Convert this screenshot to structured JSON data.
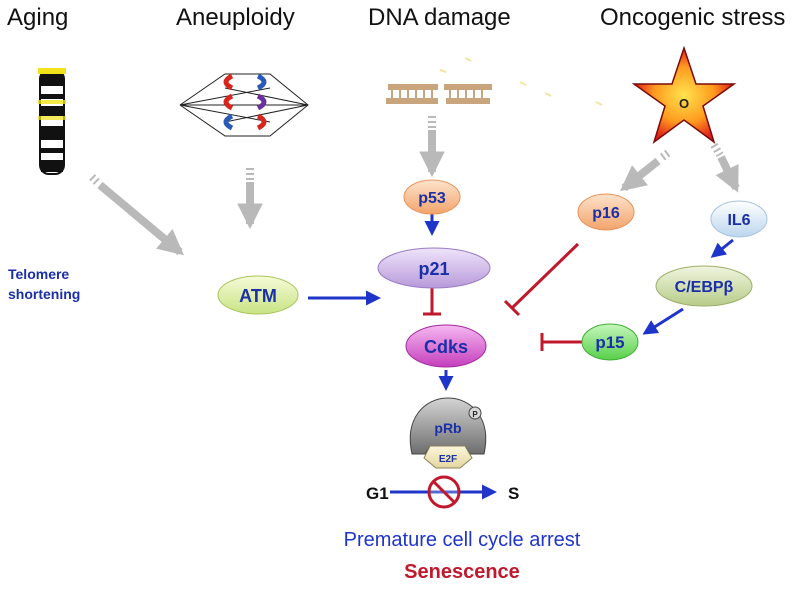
{
  "headers": {
    "aging": "Aging",
    "aneuploidy": "Aneuploidy",
    "dna_damage": "DNA damage",
    "oncogenic_stress": "Oncogenic stress"
  },
  "side_label": {
    "line1": "Telomere",
    "line2": "shortening"
  },
  "nodes": {
    "p53": "p53",
    "p21": "p21",
    "atm": "ATM",
    "cdks": "Cdks",
    "p16": "p16",
    "il6": "IL6",
    "cebpb": "C/EBPβ",
    "p15": "p15",
    "prb": "pRb",
    "prb_p": "P",
    "e2f": "E2F",
    "oncogene_star": "O"
  },
  "cycle": {
    "g1": "G1",
    "s": "S"
  },
  "outcome": {
    "arrest": "Premature cell cycle arrest",
    "senescence": "Senescence"
  },
  "colors": {
    "blue_arrow": "#1f35c9",
    "red_inhibit": "#c0182c",
    "gray_arrow": "#b9b9b9",
    "senescence_text": "#c0182c",
    "arrest_text": "#1f35c9"
  },
  "icons": [
    "chromosome-icon",
    "mitotic-spindle-icon",
    "broken-dna-icon",
    "oncogene-star-icon",
    "no-entry-icon"
  ]
}
